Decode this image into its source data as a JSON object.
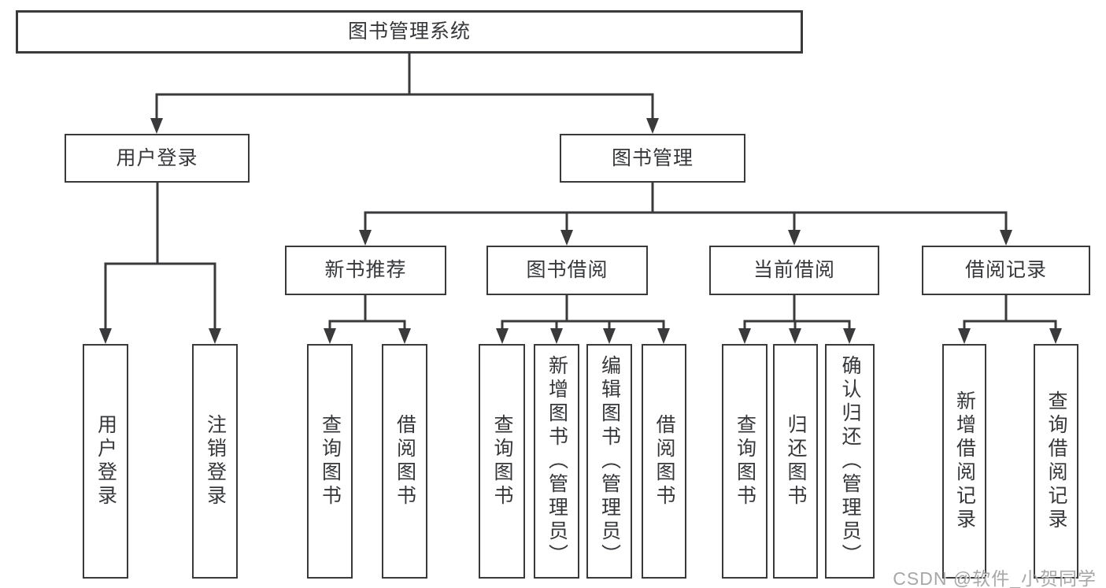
{
  "tree": {
    "label": "图书管理系统",
    "children": [
      {
        "label": "用户登录",
        "children": [
          {
            "label": "用户登录"
          },
          {
            "label": "注销登录"
          }
        ]
      },
      {
        "label": "图书管理",
        "children": [
          {
            "label": "新书推荐",
            "children": [
              {
                "label": "查询图书"
              },
              {
                "label": "借阅图书"
              }
            ]
          },
          {
            "label": "图书借阅",
            "children": [
              {
                "label": "查询图书"
              },
              {
                "label": "新增图书（管理员）"
              },
              {
                "label": "编辑图书（管理员）"
              },
              {
                "label": "借阅图书"
              }
            ]
          },
          {
            "label": "当前借阅",
            "children": [
              {
                "label": "查询图书"
              },
              {
                "label": "归还图书"
              },
              {
                "label": "确认归还（管理员）"
              }
            ]
          },
          {
            "label": "借阅记录",
            "children": [
              {
                "label": "新增借阅记录"
              },
              {
                "label": "查询借阅记录"
              }
            ]
          }
        ]
      }
    ]
  },
  "watermark": {
    "text": "CSDN @软件_小贺同学"
  },
  "colors": {
    "line": "#3a3a3c",
    "box_border": "#3a3a3c",
    "text": "#35373a",
    "background": "#ffffff",
    "watermark": "#919191"
  }
}
